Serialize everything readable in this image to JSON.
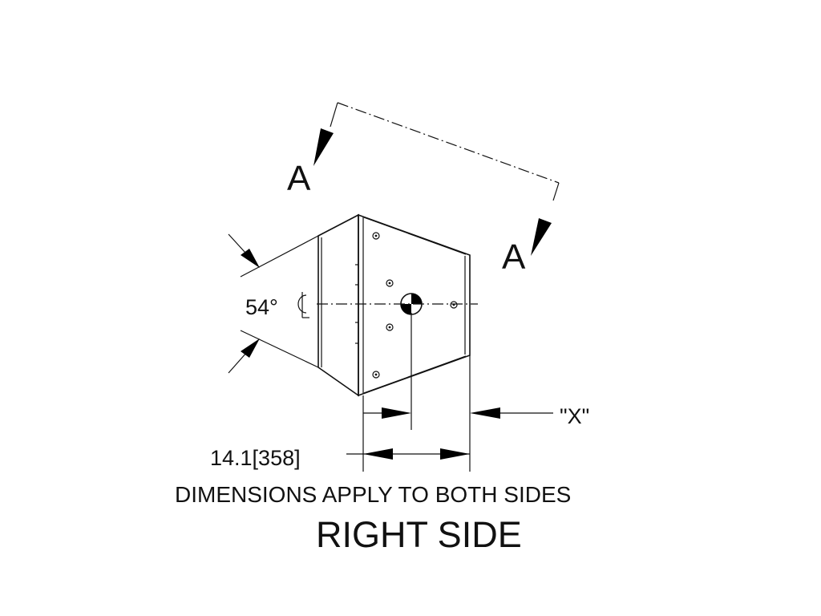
{
  "drawing": {
    "section_marker_left": "A",
    "section_marker_right": "A",
    "angle_label": "54°",
    "x_dim_label": "\"X\"",
    "width_dim_label": "14.1[358]",
    "note": "DIMENSIONS APPLY TO BOTH SIDES",
    "view_title": "RIGHT SIDE"
  }
}
